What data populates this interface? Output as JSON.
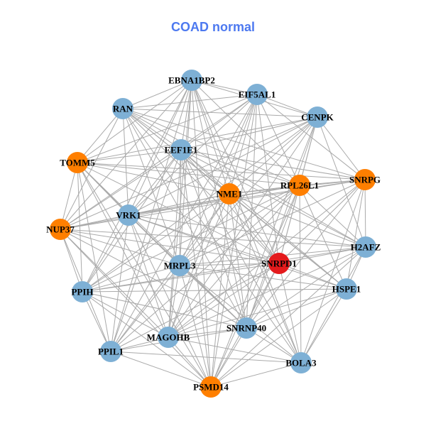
{
  "title": "COAD normal",
  "colors": {
    "normal": "#7eb0d5",
    "highlight": "#ff7f00",
    "hub": "#e41a1c",
    "edge": "#aaaaaa"
  },
  "nodes": [
    {
      "name": "EBNA1BP2",
      "group": "normal"
    },
    {
      "name": "EIF5AL1",
      "group": "normal"
    },
    {
      "name": "RAN",
      "group": "normal"
    },
    {
      "name": "CENPK",
      "group": "normal"
    },
    {
      "name": "EEF1E1",
      "group": "normal"
    },
    {
      "name": "TOMM5",
      "group": "highlight"
    },
    {
      "name": "RPL26L1",
      "group": "highlight"
    },
    {
      "name": "SNRPG",
      "group": "highlight"
    },
    {
      "name": "NME1",
      "group": "highlight"
    },
    {
      "name": "VRK1",
      "group": "normal"
    },
    {
      "name": "NUP37",
      "group": "highlight"
    },
    {
      "name": "H2AFZ",
      "group": "normal"
    },
    {
      "name": "SNRPD1",
      "group": "hub"
    },
    {
      "name": "MRPL3",
      "group": "normal"
    },
    {
      "name": "PPIH",
      "group": "normal"
    },
    {
      "name": "HSPE1",
      "group": "normal"
    },
    {
      "name": "SNRNP40",
      "group": "normal"
    },
    {
      "name": "MAGOHB",
      "group": "normal"
    },
    {
      "name": "PPIL1",
      "group": "normal"
    },
    {
      "name": "BOLA3",
      "group": "normal"
    },
    {
      "name": "PSMD14",
      "group": "highlight"
    }
  ],
  "edges": [
    "0-1",
    "0-2",
    "0-3",
    "0-4",
    "0-5",
    "0-6",
    "0-8",
    "0-9",
    "0-10",
    "0-12",
    "0-13",
    "0-14",
    "0-16",
    "0-17",
    "0-18",
    "0-19",
    "0-20",
    "1-2",
    "1-3",
    "1-4",
    "1-5",
    "1-6",
    "1-7",
    "1-8",
    "1-9",
    "1-10",
    "1-12",
    "1-13",
    "1-16",
    "1-17",
    "1-18",
    "1-20",
    "2-3",
    "2-4",
    "2-5",
    "2-6",
    "2-7",
    "2-8",
    "2-9",
    "2-10",
    "2-11",
    "2-12",
    "2-13",
    "2-15",
    "2-16",
    "2-19",
    "3-4",
    "3-5",
    "3-6",
    "3-7",
    "3-8",
    "3-9",
    "3-10",
    "3-11",
    "3-12",
    "3-13",
    "3-14",
    "3-16",
    "3-17",
    "3-20",
    "4-5",
    "4-6",
    "4-7",
    "4-8",
    "4-9",
    "4-10",
    "4-11",
    "4-12",
    "4-13",
    "4-14",
    "4-15",
    "4-16",
    "4-17",
    "4-18",
    "4-19",
    "4-20",
    "5-6",
    "5-7",
    "5-8",
    "5-9",
    "5-10",
    "5-12",
    "5-13",
    "5-14",
    "5-16",
    "5-17",
    "5-18",
    "5-20",
    "6-7",
    "6-8",
    "6-9",
    "6-10",
    "6-11",
    "6-12",
    "6-13",
    "6-14",
    "6-15",
    "6-16",
    "6-17",
    "6-18",
    "6-19",
    "6-20",
    "7-8",
    "7-9",
    "7-10",
    "7-11",
    "7-12",
    "7-13",
    "7-15",
    "7-16",
    "7-17",
    "7-19",
    "8-9",
    "8-10",
    "8-11",
    "8-12",
    "8-13",
    "8-14",
    "8-15",
    "8-16",
    "8-17",
    "8-18",
    "8-19",
    "8-20",
    "9-10",
    "9-11",
    "9-12",
    "9-13",
    "9-14",
    "9-15",
    "9-16",
    "9-17",
    "9-18",
    "9-20",
    "10-11",
    "10-12",
    "10-13",
    "10-14",
    "10-16",
    "10-17",
    "10-18",
    "10-20",
    "11-12",
    "11-13",
    "11-14",
    "11-15",
    "11-16",
    "11-17",
    "11-19",
    "11-20",
    "12-13",
    "12-14",
    "12-15",
    "12-16",
    "12-17",
    "12-18",
    "12-19",
    "12-20",
    "13-14",
    "13-15",
    "13-16",
    "13-17",
    "13-18",
    "13-19",
    "13-20",
    "14-15",
    "14-16",
    "14-17",
    "14-18",
    "14-20",
    "15-16",
    "15-17",
    "15-19",
    "15-20",
    "16-17",
    "16-18",
    "16-19",
    "16-20",
    "17-18",
    "17-19",
    "17-20",
    "18-19",
    "18-20",
    "19-20"
  ]
}
